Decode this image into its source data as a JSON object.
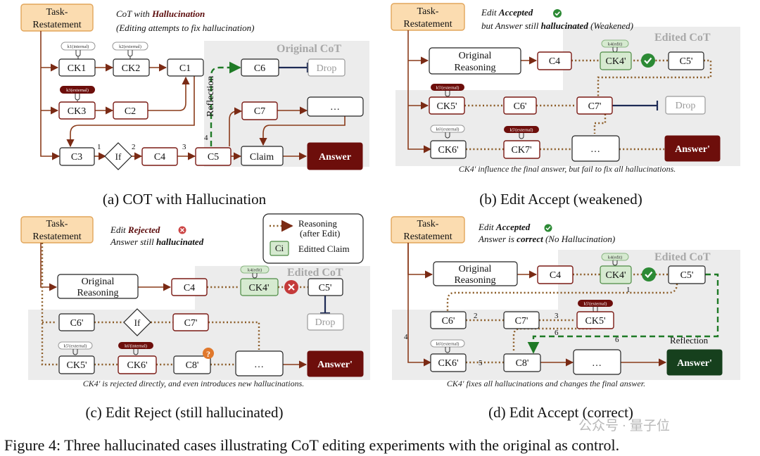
{
  "figure_caption": "Figure 4: Three hallucinated cases illustrating CoT editing experiments with the original as control.",
  "watermark": "公众号 · 量子位",
  "colors": {
    "task_fill": "#fbdcb0",
    "answer_red": "#6d0e0b",
    "answer_green": "#16401d",
    "edited_fill": "#d6ead0"
  },
  "icons": {
    "accepted": "check-circle-icon",
    "rejected": "x-circle-icon",
    "question": "question-icon"
  },
  "panel_a": {
    "subcaption": "(a) COT with Hallucination",
    "note1_prefix": "CoT with ",
    "note1_bold": "Hallucination",
    "note2": "(Editing attempts to fix hallucination)",
    "region_title": "Original CoT",
    "task": [
      "Task-",
      "Restatement"
    ],
    "tags": {
      "k1": "k1(internal)",
      "k2": "k2(external)",
      "k3": "k3(external)"
    },
    "nodes": {
      "ck1": "CK1",
      "ck2": "CK2",
      "c1": "C1",
      "ck3": "CK3",
      "c2": "C2",
      "c3": "C3",
      "if": "If",
      "c4": "C4",
      "c5": "C5",
      "c6": "C6",
      "drop": "Drop",
      "c7": "C7",
      "dots": "…",
      "claim": "Claim",
      "answer": "Answer"
    },
    "reflection": "Reflection",
    "step_numbers": [
      "1",
      "2",
      "3",
      "4"
    ]
  },
  "panel_b": {
    "subcaption": "(b) Edit Accept (weakened)",
    "note1_prefix": "Edit ",
    "note1_bold": "Accepted",
    "note2_prefix": "but Answer still ",
    "note2_bold": "hallucinated",
    "note2_suffix": " (Weakened)",
    "region_title": "Edited CoT",
    "task": [
      "Task-",
      "Restatement"
    ],
    "tags": {
      "k4": "k4(edit)",
      "k5": "k5'(external)",
      "k6": "k6'(external)",
      "k5b": "k5'(external)"
    },
    "nodes": {
      "orig1": "Original",
      "orig2": "Reasoning",
      "c4": "C4",
      "ck4": "CK4'",
      "c5": "C5'",
      "ck5": "CK5'",
      "c6": "C6'",
      "c7": "C7'",
      "drop": "Drop",
      "ck6": "CK6'",
      "ck7": "CK7'",
      "dots": "…",
      "answer": "Answer'"
    },
    "bottom_note": "CK4' influence the final answer, but fail to fix all hallucinations."
  },
  "panel_c": {
    "subcaption": "(c) Edit Reject (still hallucinated)",
    "note1_prefix": "Edit ",
    "note1_bold": "Rejected",
    "note2_prefix": "Answer still ",
    "note2_bold": "hallucinated",
    "legend": {
      "reasoning1": "Reasoning",
      "reasoning2": "(after Edit)",
      "claim_symbol": "Ci",
      "claim_label": "Editted Claim"
    },
    "region_title": "Edited CoT",
    "task": [
      "Task-",
      "Restatement"
    ],
    "tags": {
      "k4": "k4(edit)",
      "k5": "k5'(external)",
      "k6": "k6'(internal)"
    },
    "nodes": {
      "orig1": "Original",
      "orig2": "Reasoning",
      "c4": "C4",
      "ck4": "CK4'",
      "c5": "C5'",
      "drop": "Drop",
      "c6": "C6'",
      "if": "If",
      "c7": "C7'",
      "ck5": "CK5'",
      "ck6": "CK6'",
      "c8": "C8'",
      "dots": "…",
      "answer": "Answer'"
    },
    "bottom_note": "CK4' is rejected directly, and even introduces new hallucinations."
  },
  "panel_d": {
    "subcaption": "(d) Edit Accept (correct)",
    "note1_prefix": "Edit ",
    "note1_bold": "Accepted",
    "note2_prefix": "Answer is ",
    "note2_bold": "correct",
    "note2_suffix": " (No Hallucination)",
    "region_title": "Edited CoT",
    "task": [
      "Task-",
      "Restatement"
    ],
    "tags": {
      "k4": "k4(edit)",
      "k5": "k5'(external)",
      "k6": "k6'(external)"
    },
    "nodes": {
      "orig1": "Original",
      "orig2": "Reasoning",
      "c4": "C4",
      "ck4": "CK4'",
      "c5": "C5'",
      "c6": "C6'",
      "c7": "C7'",
      "ck5": "CK5'",
      "ck6": "CK6'",
      "c8": "C8'",
      "dots": "…",
      "answer": "Answer'"
    },
    "reflection": "Reflection",
    "step_numbers": [
      "1",
      "2",
      "3",
      "4",
      "5",
      "6",
      "6"
    ],
    "bottom_note": "CK4' fixes all hallucinations and changes the final answer."
  }
}
